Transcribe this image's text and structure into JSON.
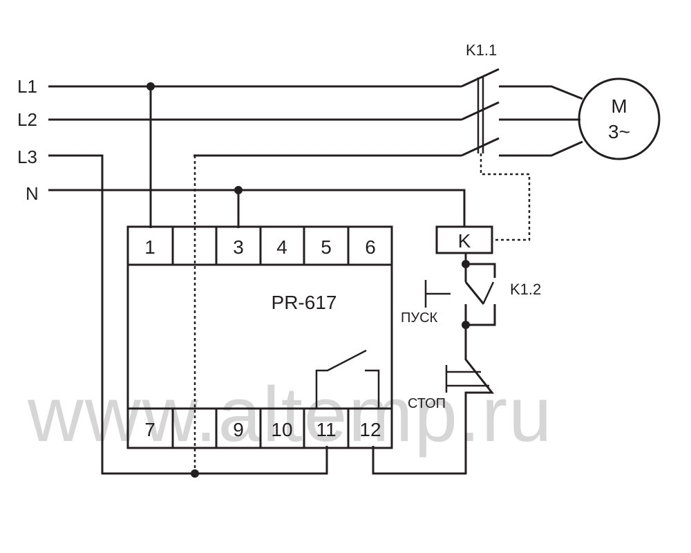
{
  "lines": {
    "l1": "L1",
    "l2": "L2",
    "l3": "L3",
    "n": "N"
  },
  "device": {
    "model": "PR-617",
    "top_terminals": [
      "1",
      "",
      "3",
      "4",
      "5",
      "6"
    ],
    "bottom_terminals": [
      "7",
      "",
      "9",
      "10",
      "11",
      "12"
    ]
  },
  "contactor": {
    "main_contacts": "K1.1",
    "aux_contact": "K1.2",
    "coil": "K"
  },
  "motor": {
    "line1": "M",
    "line2": "3~"
  },
  "buttons": {
    "start": "ПУСК",
    "stop": "СТОП"
  },
  "watermark": "www.altemp.ru"
}
